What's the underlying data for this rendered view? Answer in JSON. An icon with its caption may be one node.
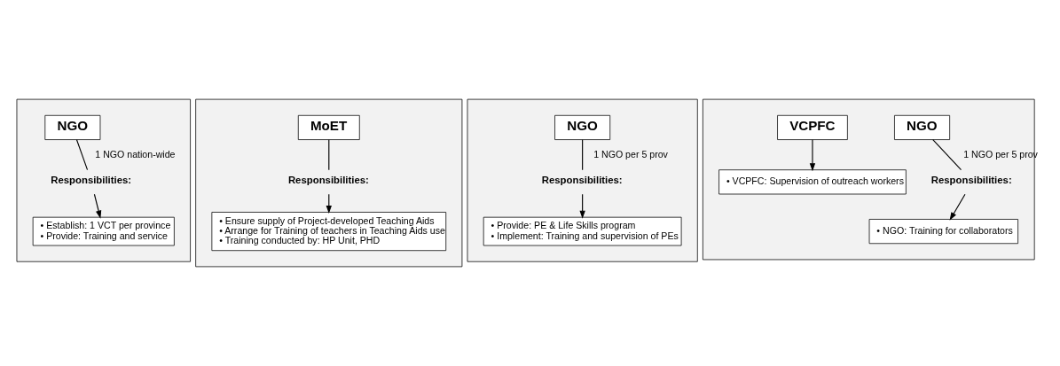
{
  "diagram": {
    "nodes": [
      {
        "text": [],
        "shape": "box"
      },
      {
        "text": [
          "NGO"
        ],
        "in": 0
      },
      {
        "text": [
          "Responsibilities:"
        ],
        "in": 0
      },
      {
        "text": [
          "• Establish: 1 VCT per province",
          "• Provide: Training and service"
        ],
        "in": 0
      },
      {
        "text": [],
        "shape": "box"
      },
      {
        "text": [
          "MoET"
        ],
        "in": 4
      },
      {
        "text": [
          "Responsibilities:"
        ],
        "in": 4
      },
      {
        "text": [
          "• Ensure supply of Project-developed Teaching Aids",
          "• Arrange for Training of teachers in Teaching Aids use",
          "• Training conducted by: HP Unit, PHD"
        ],
        "in": 4
      },
      {
        "text": [],
        "shape": "box"
      },
      {
        "text": [
          "NGO"
        ],
        "in": 8
      },
      {
        "text": [
          "Responsibilities:"
        ],
        "in": 8
      },
      {
        "text": [
          "• Provide: PE & Life Skills program",
          "• Implement: Training and supervision of PEs"
        ],
        "in": 8
      },
      {
        "text": [],
        "shape": "box"
      },
      {
        "text": [
          "NGO"
        ],
        "in": 12
      },
      {
        "text": [
          "VCPFC"
        ],
        "in": 12
      },
      {
        "text": [
          "Responsibilities:"
        ],
        "in": 12
      },
      {
        "text": [
          "• NGO: Training for collaborators"
        ],
        "in": 12
      },
      {
        "text": [
          "• VCPFC: Supervision of outreach workers"
        ],
        "in": 12
      }
    ],
    "edges": [
      {
        "from": 1,
        "to": 2,
        "arrow": "none",
        "label": "1 NGO nation-wide"
      },
      {
        "from": 2,
        "to": 3,
        "arrow": "to"
      },
      {
        "from": 5,
        "to": 6,
        "arrow": "none"
      },
      {
        "from": 6,
        "to": 7,
        "arrow": "to"
      },
      {
        "from": 9,
        "to": 10,
        "arrow": "none",
        "label": "1 NGO per 5 prov"
      },
      {
        "from": 10,
        "to": 11,
        "arrow": "to"
      },
      {
        "from": 13,
        "to": 15,
        "arrow": "none",
        "label": "1 NGO per 5 prov"
      },
      {
        "from": 15,
        "to": 16,
        "arrow": "to"
      },
      {
        "from": 14,
        "to": 17,
        "arrow": "to"
      }
    ]
  }
}
